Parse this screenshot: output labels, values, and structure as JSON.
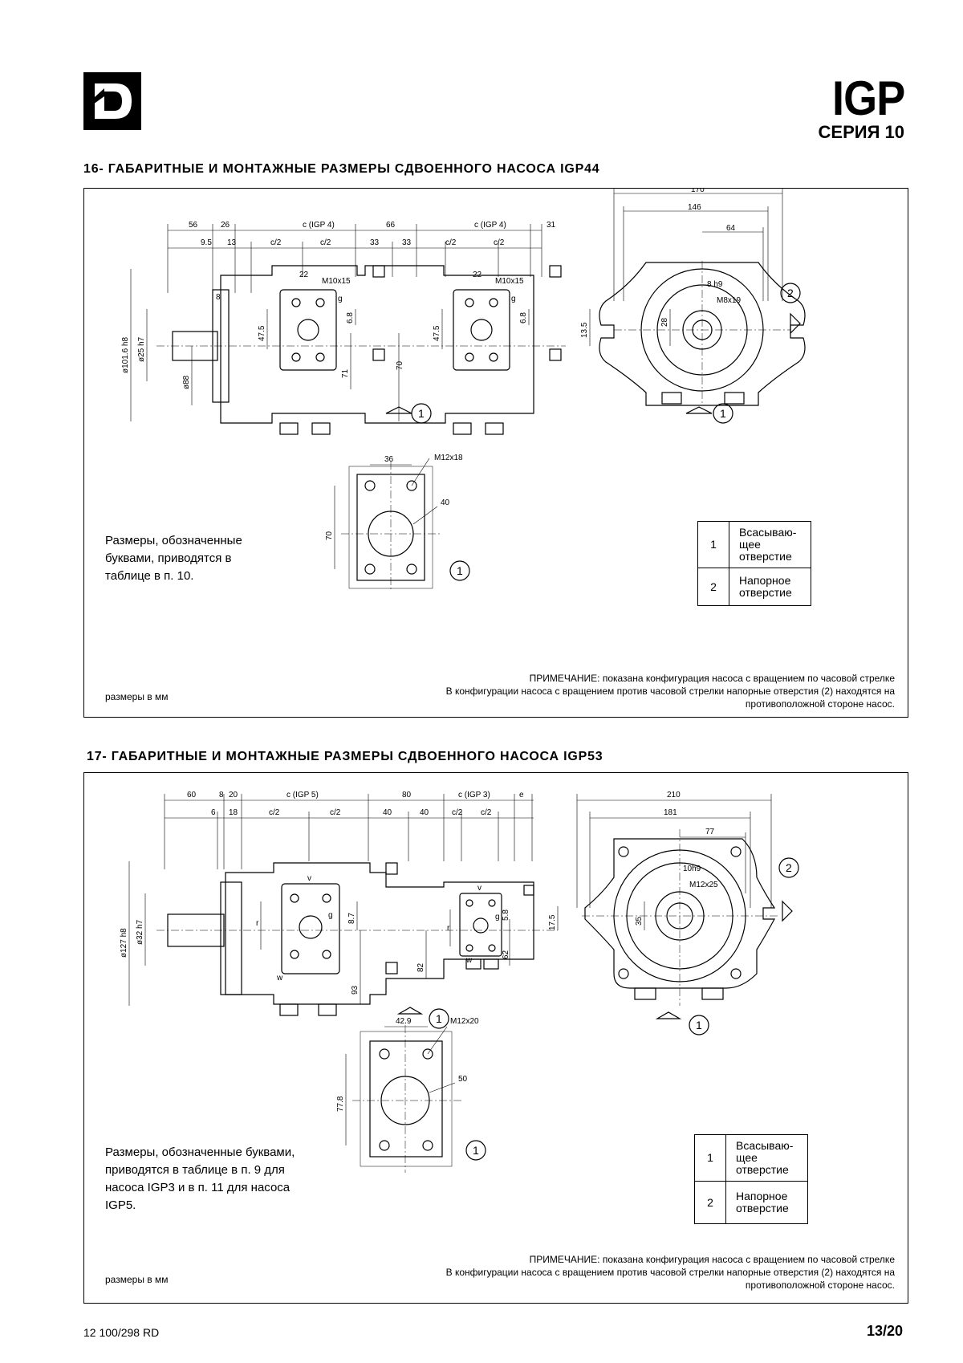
{
  "header": {
    "brand": "IGP",
    "series": "СЕРИЯ  10"
  },
  "sections": [
    {
      "title": "16- ГАБАРИТНЫЕ И МОНТАЖНЫЕ РАЗМЕРЫ СДВОЕННОГО НАСОСА IGP44",
      "dims_top": {
        "row1": [
          "56",
          "26",
          "c (IGP 4)",
          "66",
          "c (IGP 4)",
          "31"
        ],
        "row2": [
          "9.5",
          "13",
          "c/2",
          "c/2",
          "33",
          "33",
          "c/2",
          "c/2"
        ]
      },
      "labels": {
        "port_a": "22",
        "thread_a": "M10x15",
        "g_a": "g",
        "port_b": "22",
        "thread_b": "M10x15",
        "g_b": "g",
        "d_shaft": "ø25  h7",
        "d_flange": "ø101.6  h8",
        "d_hub": "ø88",
        "w8": "8",
        "h47a": "47.5",
        "h68a": "6.8",
        "h71": "71",
        "h70": "70",
        "h47b": "47.5",
        "h68b": "6.8",
        "h135": "13.5"
      },
      "side": {
        "d170": "170",
        "d146": "146",
        "d64": "64",
        "key": "8  h9",
        "thread": "M8x19",
        "d28": "28"
      },
      "flange": {
        "d36": "36",
        "thread": "M12x18",
        "d40": "40",
        "d70": "70"
      },
      "markers": [
        "1",
        "1",
        "1",
        "2"
      ],
      "note": "Размеры, обозначенные буквами, приводятся в таблице в п. 10.",
      "legend": [
        {
          "num": "1",
          "text": "Всасываю-щее отверстие"
        },
        {
          "num": "2",
          "text": "Напорное отверстие"
        }
      ],
      "remark_1": "ПРИМЕЧАНИЕ: показана конфигурация насоса с вращением по часовой стрелке",
      "remark_2": "В конфигурации насоса с вращением против часовой стрелки напорные отверстия (2) находятся на",
      "remark_3": "противоположной стороне насос.",
      "units": "размеры в мм"
    },
    {
      "title": "17- ГАБАРИТНЫЕ И МОНТАЖНЫЕ РАЗМЕРЫ СДВОЕННОГО НАСОСА IGP53",
      "dims_top": {
        "row1": [
          "60",
          "8",
          "20",
          "c (IGP 5)",
          "80",
          "c (IGP 3)",
          "e"
        ],
        "row2": [
          "6",
          "18",
          "c/2",
          "c/2",
          "40",
          "40",
          "c/2",
          "c/2"
        ]
      },
      "labels": {
        "v_a": "v",
        "g_a": "g",
        "r_a": "r",
        "w_a": "w",
        "v_b": "v",
        "g_b": "g",
        "r_b": "r",
        "w_b": "w",
        "d_shaft": "ø32  h7",
        "d_flange": "ø127  h8",
        "h87": "8.7",
        "h93": "93",
        "h82": "82",
        "h58": "5.8",
        "h62": "62",
        "h175": "17.5"
      },
      "side": {
        "d210": "210",
        "d181": "181",
        "d77": "77",
        "key": "10h9",
        "thread": "M12x25",
        "d35": "35"
      },
      "flange": {
        "d429": "42.9",
        "thread": "M12x20",
        "d50": "50",
        "d778": "77.8"
      },
      "markers": [
        "1",
        "1",
        "1",
        "2"
      ],
      "note": "Размеры, обозначенные буквами, приводятся в таблице в п. 9 для насоса IGP3 и в п. 11 для насоса IGP5.",
      "legend": [
        {
          "num": "1",
          "text": "Всасываю-щее отверстие"
        },
        {
          "num": "2",
          "text": "Напорное отверстие"
        }
      ],
      "remark_1": "ПРИМЕЧАНИЕ: показана конфигурация насоса с вращением по часовой стрелке",
      "remark_2": "В конфигурации насоса с вращением против часовой стрелки напорные отверстия (2) находятся на",
      "remark_3": "противоположной стороне насос.",
      "units": "размеры в мм"
    }
  ],
  "footer": {
    "doc_code": "12 100/298 RD",
    "page": "13/20"
  }
}
